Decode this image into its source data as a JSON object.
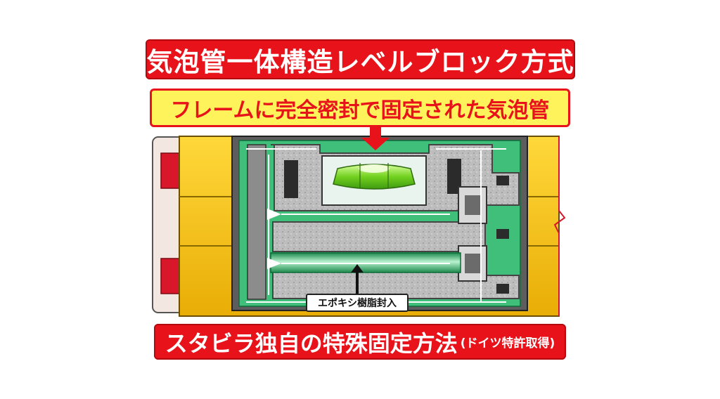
{
  "title": "気泡管一体構造レベルブロック方式",
  "callout": "フレームに完全密封で固定された気泡管",
  "epoxy_label": "エポキシ樹脂封入",
  "bottom": {
    "main": "スタビラ独自の特殊固定方法",
    "note": "(ドイツ特許取得)"
  },
  "colors": {
    "banner_red": "#e8121b",
    "callout_yellow": "#fff35c",
    "frame_yellow": "#f6c411",
    "epoxy_green": "#3fbf7a",
    "vial_green": "#7edc3a",
    "block_gray": "#b9b9b9"
  }
}
